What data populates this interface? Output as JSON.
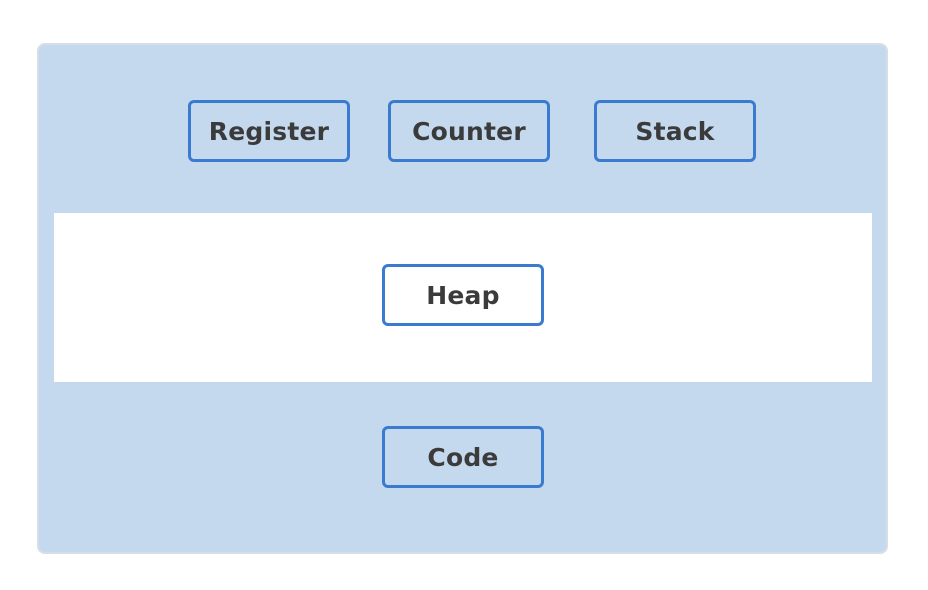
{
  "diagram": {
    "top_row": [
      "Register",
      "Counter",
      "Stack"
    ],
    "middle": "Heap",
    "bottom": "Code"
  },
  "colors": {
    "container_fill": "#c5d9ee",
    "band_fill": "#ffffff",
    "box_border": "#3a7bd0",
    "text": "#3b3b3b"
  }
}
